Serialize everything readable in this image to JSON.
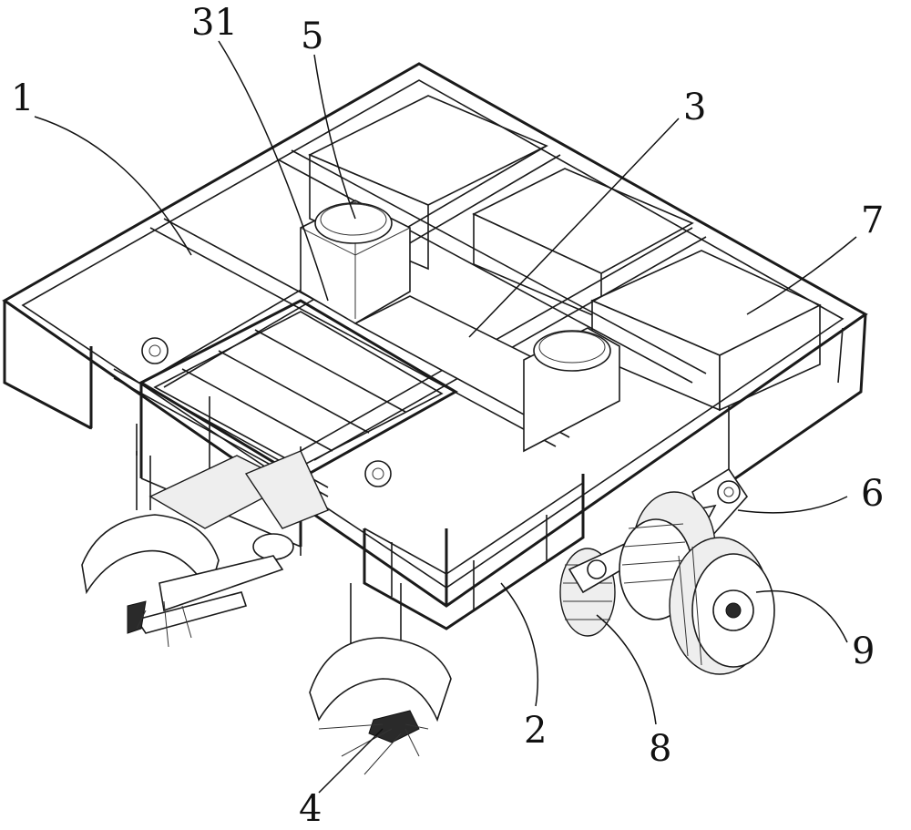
{
  "labels": {
    "l1": "1",
    "l31": "31",
    "l5": "5",
    "l3": "3",
    "l7": "7",
    "l6": "6",
    "l9": "9",
    "l8": "8",
    "l2": "2",
    "l4": "4"
  }
}
